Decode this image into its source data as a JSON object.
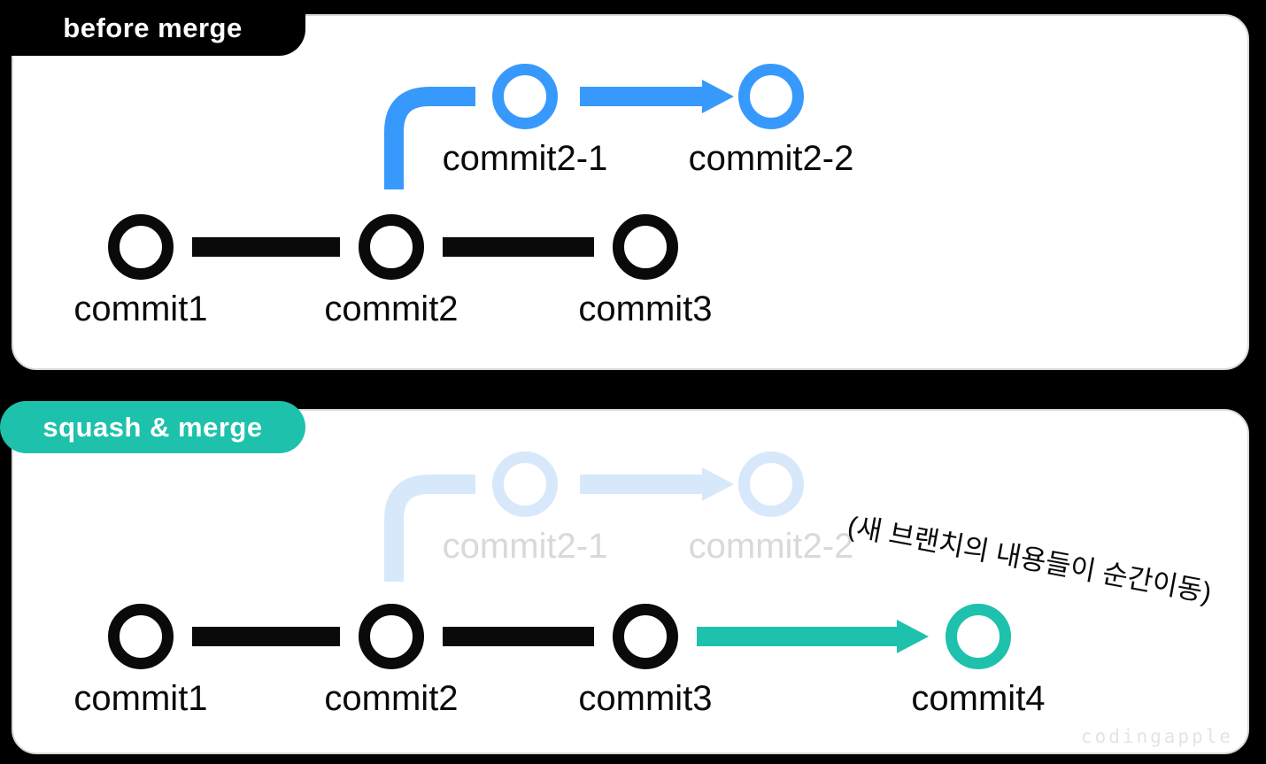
{
  "colors": {
    "background": "#000000",
    "panel_background": "#ffffff",
    "panel_border": "#d9d9d9",
    "badge_before_background": "#000000",
    "badge_before_text": "#ffffff",
    "badge_squash_background": "#1ec1ab",
    "badge_squash_text": "#ffffff",
    "branch_blue": "#3899fc",
    "branch_blue_faded": "#d8e8fb",
    "faded_label_gray": "#d9d9d9",
    "commit_black": "#0a0a0a",
    "merge_teal": "#1ec1ab",
    "watermark_gray": "#e4e4e4"
  },
  "before_panel": {
    "badge_label": "before merge",
    "main_commits": [
      "commit1",
      "commit2",
      "commit3"
    ],
    "branch_commits": [
      "commit2-1",
      "commit2-2"
    ]
  },
  "squash_panel": {
    "badge_label": "squash & merge",
    "main_commits": [
      "commit1",
      "commit2",
      "commit3"
    ],
    "faded_branch_commits": [
      "commit2-1",
      "commit2-2"
    ],
    "new_commit": "commit4",
    "annotation": "(새 브랜치의 내용들이 순간이동)",
    "watermark": "codingapple"
  }
}
